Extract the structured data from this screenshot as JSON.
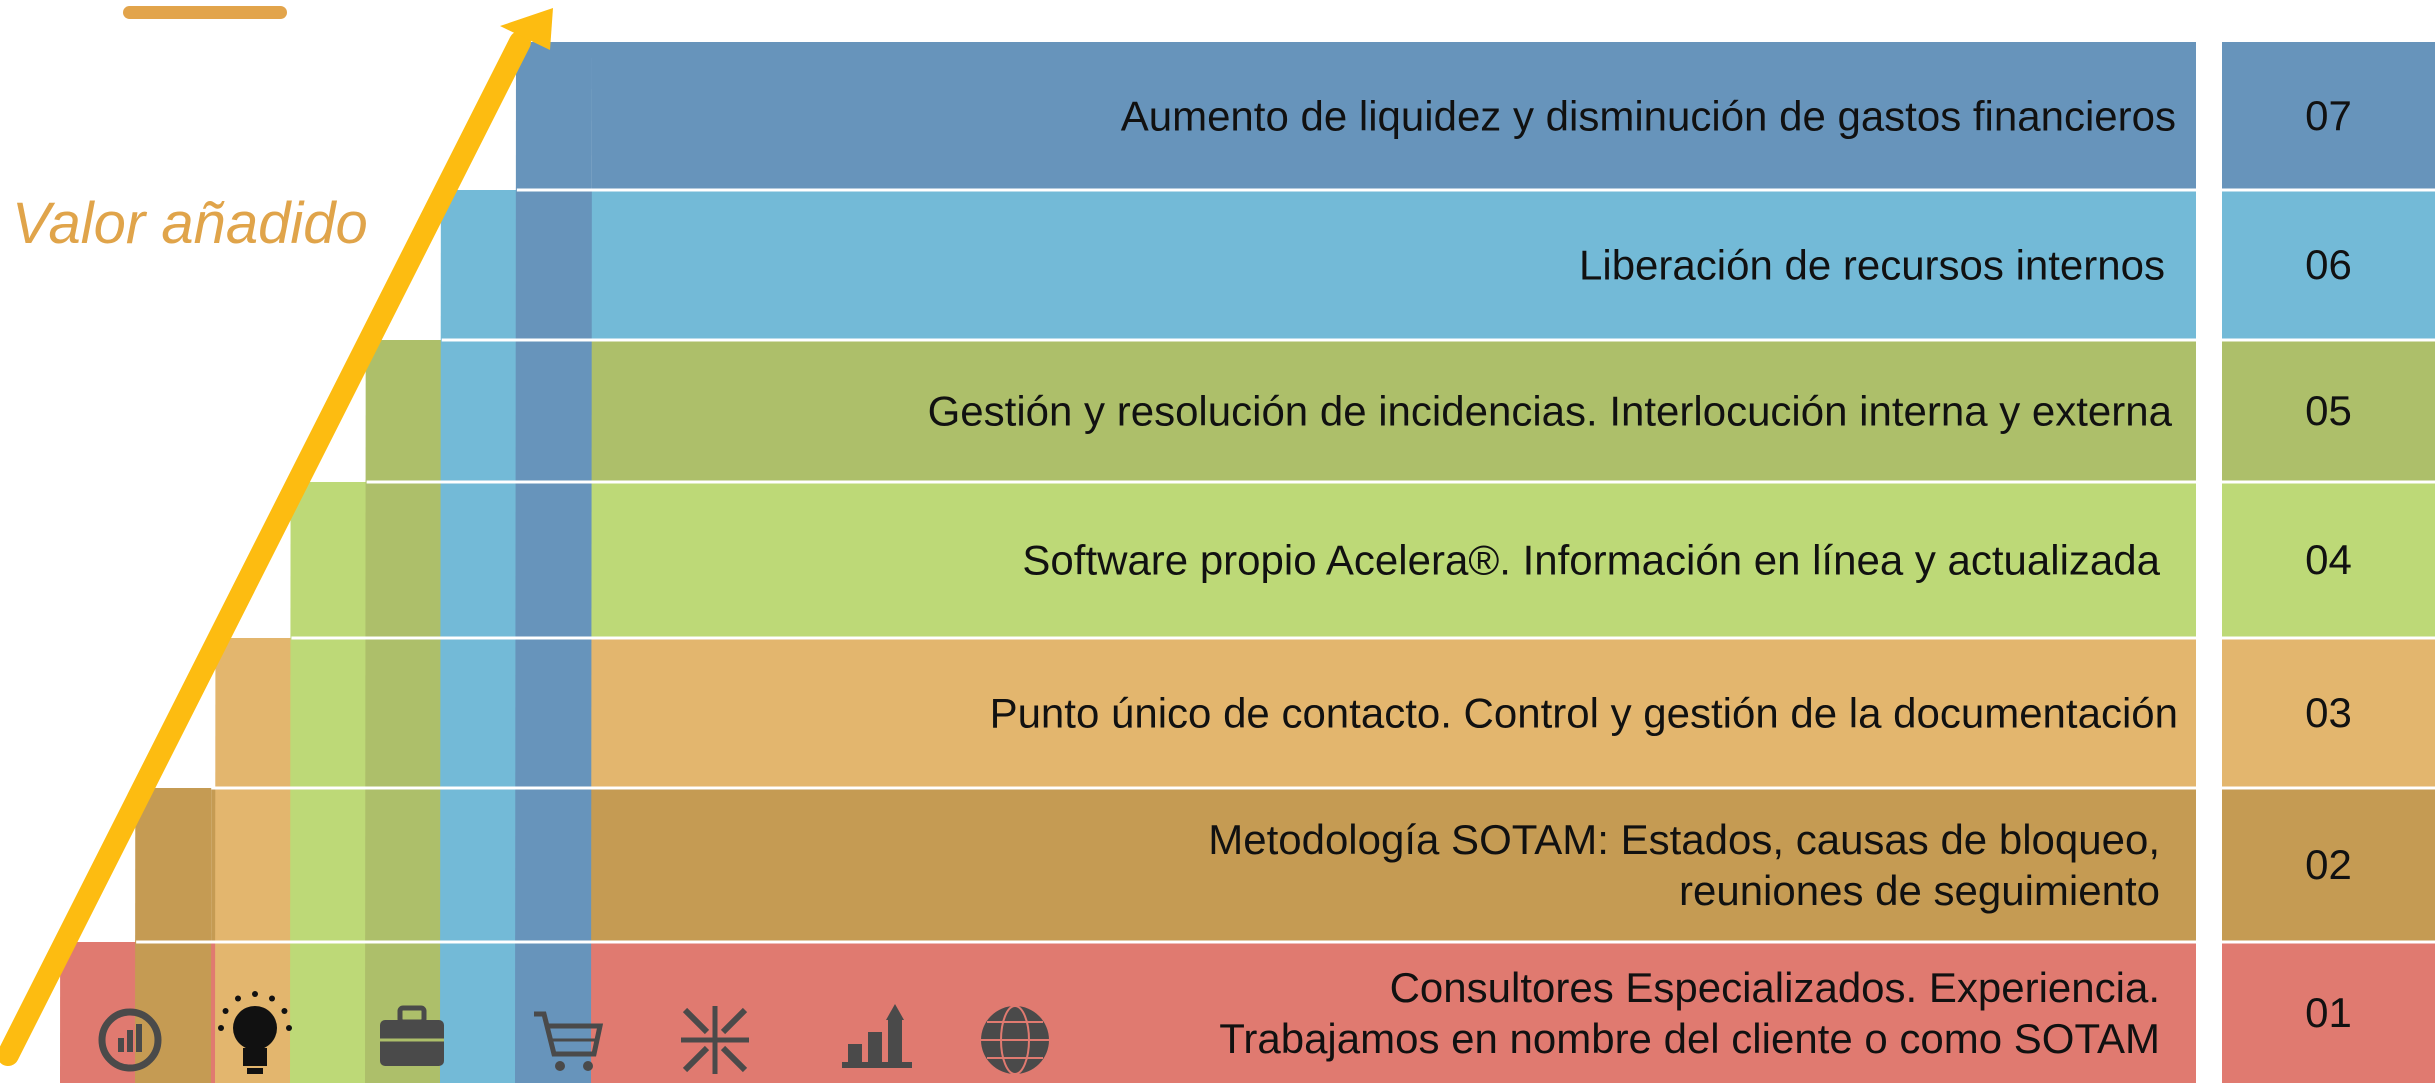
{
  "heading": {
    "label": "Valor añadido"
  },
  "levels": [
    {
      "number": "01",
      "text": "Consultores Especializados. Experiencia.\nTrabajamos en nombre del cliente o como SOTAM",
      "color": "#E07A70",
      "icon": "globe-icon"
    },
    {
      "number": "02",
      "text": "Metodología SOTAM: Estados, causas de bloqueo,\nreuniones de seguimiento",
      "color": "#C59B53",
      "icon": "chart-arrow-up-icon"
    },
    {
      "number": "03",
      "text": "Punto único de contacto. Control y gestión de la documentación",
      "color": "#E3B66E",
      "icon": "converge-arrows-icon"
    },
    {
      "number": "04",
      "text": "Software propio Acelera®. Información en línea y actualizada",
      "color": "#BDD977",
      "icon": "shopping-cart-icon"
    },
    {
      "number": "05",
      "text": "Gestión y resolución de incidencias. Interlocución interna y externa",
      "color": "#ADBF6A",
      "icon": "briefcase-icon"
    },
    {
      "number": "06",
      "text": "Liberación de recursos internos",
      "color": "#73BAD7",
      "icon": "lightbulb-icon"
    },
    {
      "number": "07",
      "text": "Aumento de liquidez y disminución de gastos financieros",
      "color": "#6794BB",
      "icon": "pie-chart-icon"
    }
  ],
  "colors": {
    "arrow": "#FDBC11",
    "accent": "#E2A44B",
    "icon": "#4A4A4A"
  }
}
